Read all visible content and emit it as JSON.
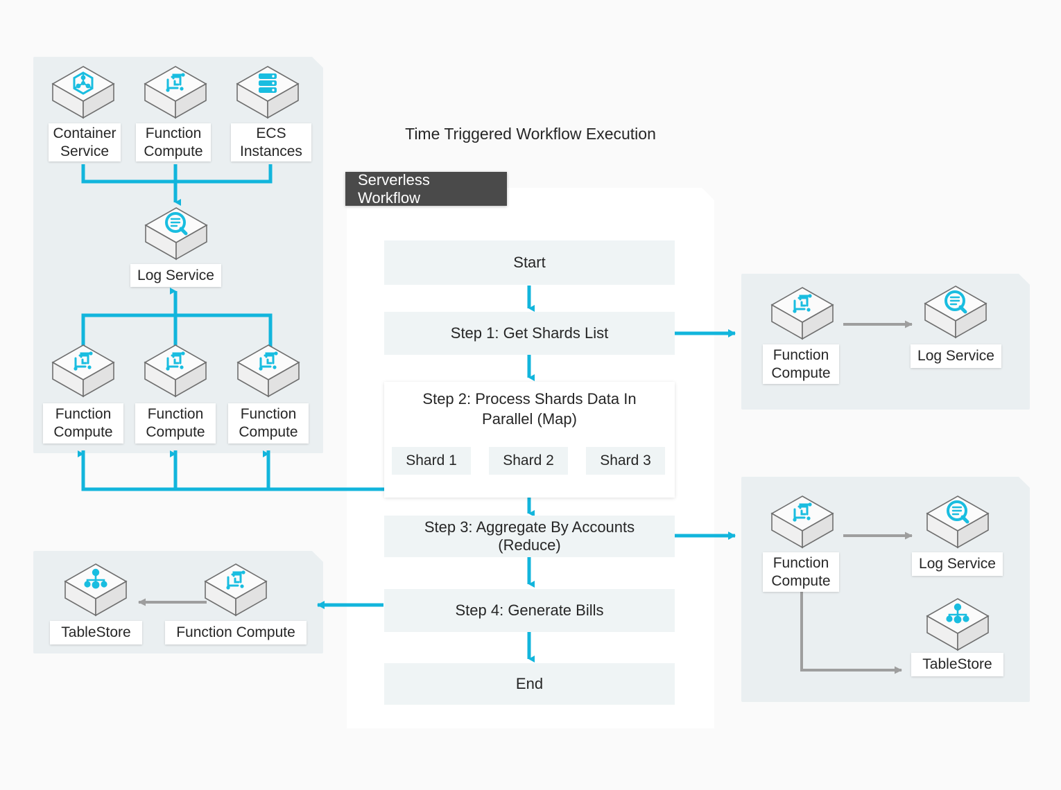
{
  "colors": {
    "accent_cyan": "#12b5dc",
    "gray_arrow": "#9e9e9e",
    "panel_bg": "#eaeff1",
    "step_bg": "#eff4f5",
    "tag_bg": "#4a4a4a",
    "page_bg": "#fafafa",
    "icon_cyan": "#19bde0"
  },
  "header": {
    "workflow_title": "Time Triggered Workflow Execution",
    "workflow_tag": "Serverless Workflow"
  },
  "sources_panel": {
    "nodes": [
      {
        "label": "Container\nService",
        "label_line1": "Container",
        "label_line2": "Service",
        "icon": "container-service-icon"
      },
      {
        "label": "Function\nCompute",
        "label_line1": "Function",
        "label_line2": "Compute",
        "icon": "function-compute-icon"
      },
      {
        "label": "ECS\nInstances",
        "label_line1": "ECS",
        "label_line2": "Instances",
        "icon": "ecs-instances-icon"
      }
    ],
    "log_service": {
      "label": "Log Service",
      "icon": "log-service-icon"
    },
    "workers": [
      {
        "label_line1": "Function",
        "label_line2": "Compute",
        "icon": "function-compute-icon"
      },
      {
        "label_line1": "Function",
        "label_line2": "Compute",
        "icon": "function-compute-icon"
      },
      {
        "label_line1": "Function",
        "label_line2": "Compute",
        "icon": "function-compute-icon"
      }
    ]
  },
  "bills_panel": {
    "tablestore": {
      "label": "TableStore",
      "icon": "tablestore-icon"
    },
    "function_compute": {
      "label": "Function Compute",
      "icon": "function-compute-icon"
    }
  },
  "workflow": {
    "steps": [
      {
        "id": "start",
        "label": "Start"
      },
      {
        "id": "step1",
        "label": "Step 1: Get Shards List"
      },
      {
        "id": "step2",
        "label_line1": "Step 2: Process Shards Data In",
        "label_line2": "Parallel (Map)"
      },
      {
        "id": "step3",
        "label": "Step 3: Aggregate By Accounts (Reduce)"
      },
      {
        "id": "step4",
        "label": "Step 4: Generate Bills"
      },
      {
        "id": "end",
        "label": "End"
      }
    ],
    "shards": [
      {
        "label": "Shard 1"
      },
      {
        "label": "Shard 2"
      },
      {
        "label": "Shard 3"
      }
    ]
  },
  "map_panel": {
    "function_compute": {
      "label_line1": "Function",
      "label_line2": "Compute",
      "icon": "function-compute-icon"
    },
    "log_service": {
      "label": "Log Service",
      "icon": "log-service-icon"
    }
  },
  "reduce_panel": {
    "function_compute": {
      "label_line1": "Function",
      "label_line2": "Compute",
      "icon": "function-compute-icon"
    },
    "log_service": {
      "label": "Log Service",
      "icon": "log-service-icon"
    },
    "tablestore": {
      "label": "TableStore",
      "icon": "tablestore-icon"
    }
  }
}
